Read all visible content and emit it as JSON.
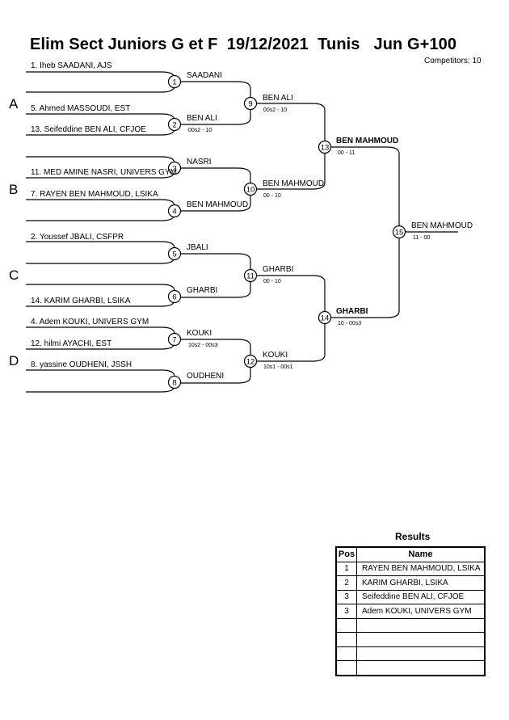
{
  "header": {
    "title": "Elim Sect Juniors G et F  19/12/2021  Tunis   Jun G+100",
    "competitors": "Competitors: 10"
  },
  "pools": [
    "A",
    "B",
    "C",
    "D"
  ],
  "entries": [
    {
      "text": "1. Iheb SAADANI, AJS"
    },
    {
      "text": "5. Ahmed MASSOUDI, EST"
    },
    {
      "text": "13. Seifeddine BEN ALI, CFJOE"
    },
    {
      "text": "11. MED AMINE NASRI, UNIVERS GYM"
    },
    {
      "text": "7. RAYEN BEN MAHMOUD, LSIKA"
    },
    {
      "text": "2. Youssef JBALI, CSFPR"
    },
    {
      "text": "14. KARIM GHARBI, LSIKA"
    },
    {
      "text": "4. Adem KOUKI, UNIVERS GYM"
    },
    {
      "text": "12. hilmi AYACHI, EST"
    },
    {
      "text": "8. yassine OUDHENI, JSSH"
    }
  ],
  "matches": [
    {
      "num": "1",
      "winner": "SAADANI",
      "score": ""
    },
    {
      "num": "2",
      "winner": "BEN ALI",
      "score": "00s2 - 10"
    },
    {
      "num": "3",
      "winner": "NASRI",
      "score": ""
    },
    {
      "num": "4",
      "winner": "BEN MAHMOUD",
      "score": ""
    },
    {
      "num": "5",
      "winner": "JBALI",
      "score": ""
    },
    {
      "num": "6",
      "winner": "GHARBI",
      "score": ""
    },
    {
      "num": "7",
      "winner": "KOUKI",
      "score": "10s2 - 00s3"
    },
    {
      "num": "8",
      "winner": "OUDHENI",
      "score": ""
    },
    {
      "num": "9",
      "winner": "BEN ALI",
      "score": "00s2 - 10"
    },
    {
      "num": "10",
      "winner": "BEN MAHMOUD",
      "score": "00 - 10"
    },
    {
      "num": "11",
      "winner": "GHARBI",
      "score": "00 - 10"
    },
    {
      "num": "12",
      "winner": "KOUKI",
      "score": "10s1 - 00s1"
    },
    {
      "num": "13",
      "winner": "BEN MAHMOUD",
      "score": "00 - 11"
    },
    {
      "num": "14",
      "winner": "GHARBI",
      "score": "10 - 00s3"
    },
    {
      "num": "15",
      "winner": "BEN MAHMOUD",
      "score": "11 - 00"
    }
  ],
  "results": {
    "title": "Results",
    "headers": {
      "pos": "Pos",
      "name": "Name"
    },
    "rows": [
      {
        "pos": "1",
        "name": "RAYEN BEN MAHMOUD, LSIKA"
      },
      {
        "pos": "2",
        "name": "KARIM GHARBI, LSIKA"
      },
      {
        "pos": "3",
        "name": "Seifeddine BEN ALI, CFJOE"
      },
      {
        "pos": "3",
        "name": "Adem KOUKI, UNIVERS GYM"
      },
      {
        "pos": "",
        "name": ""
      },
      {
        "pos": "",
        "name": ""
      },
      {
        "pos": "",
        "name": ""
      },
      {
        "pos": "",
        "name": ""
      }
    ]
  }
}
